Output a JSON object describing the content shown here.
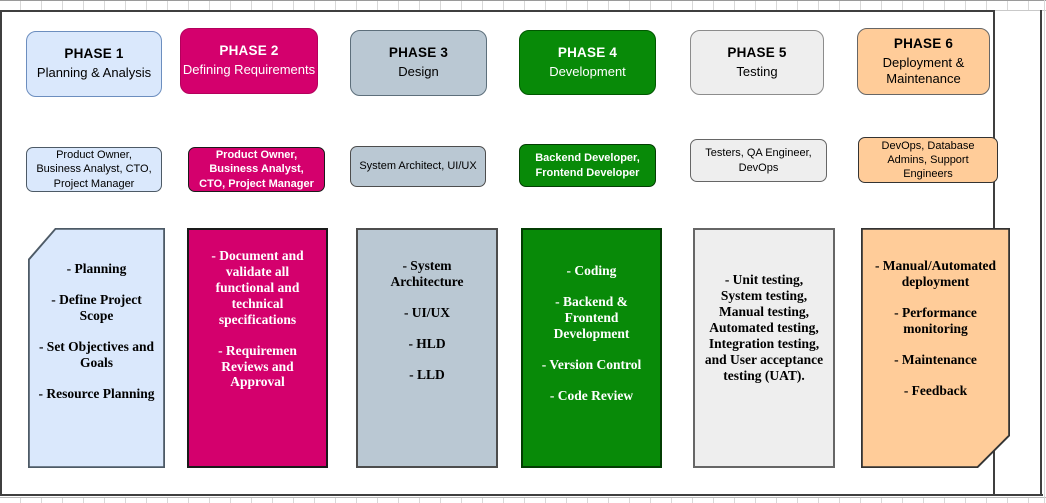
{
  "phases": [
    {
      "title": "PHASE 1",
      "subtitle": "Planning & Analysis",
      "roles": "Product Owner, Business Analyst, CTO, Project Manager",
      "details": [
        "- Planning",
        "- Define Project Scope",
        "- Set Objectives and Goals",
        "- Resource Planning"
      ],
      "fill": "#dae8fc",
      "border": "#6c8ebf",
      "border_dark": "#4d5a66",
      "text_color": "#000000"
    },
    {
      "title": "PHASE 2",
      "subtitle": "Defining Requirements",
      "roles": "Product Owner, Business Analyst, CTO, Project Manager",
      "details": [
        "- Document and validate all functional and technical specifications",
        "- Requiremen Reviews and Approval"
      ],
      "fill": "#d4006d",
      "border": "#b3005c",
      "border_dark": "#1a1a1a",
      "text_color": "#ffffff"
    },
    {
      "title": "PHASE 3",
      "subtitle": "Design",
      "roles": "System Architect, UI/UX",
      "details": [
        "- System Architecture",
        "- UI/UX",
        "- HLD",
        "- LLD"
      ],
      "fill": "#bac8d3",
      "border": "#5d6f7b",
      "border_dark": "#4d4d4d",
      "text_color": "#000000"
    },
    {
      "title": "PHASE 4",
      "subtitle": "Development",
      "roles": "Backend Developer, Frontend Developer",
      "details": [
        "- Coding",
        "- Backend & Frontend Development",
        "- Version Control",
        "- Code Review"
      ],
      "fill": "#088a08",
      "border": "#005700",
      "border_dark": "#033d03",
      "text_color": "#ffffff"
    },
    {
      "title": "PHASE 5",
      "subtitle": "Testing",
      "roles": "Testers, QA Engineer, DevOps",
      "details": [
        "- Unit testing, System testing, Manual testing, Automated testing, Integration testing, and User acceptance testing (UAT)."
      ],
      "fill": "#eeeeee",
      "border": "#8c8c8c",
      "border_dark": "#666666",
      "text_color": "#000000"
    },
    {
      "title": "PHASE 6",
      "subtitle": "Deployment & Maintenance",
      "roles": "DevOps, Database Admins, Support Engineers",
      "details": [
        "- Manual/Automated deployment",
        "- Performance monitoring",
        "- Maintenance",
        "- Feedback"
      ],
      "fill": "#ffcc99",
      "border": "#666666",
      "border_dark": "#333333",
      "text_color": "#000000"
    }
  ]
}
